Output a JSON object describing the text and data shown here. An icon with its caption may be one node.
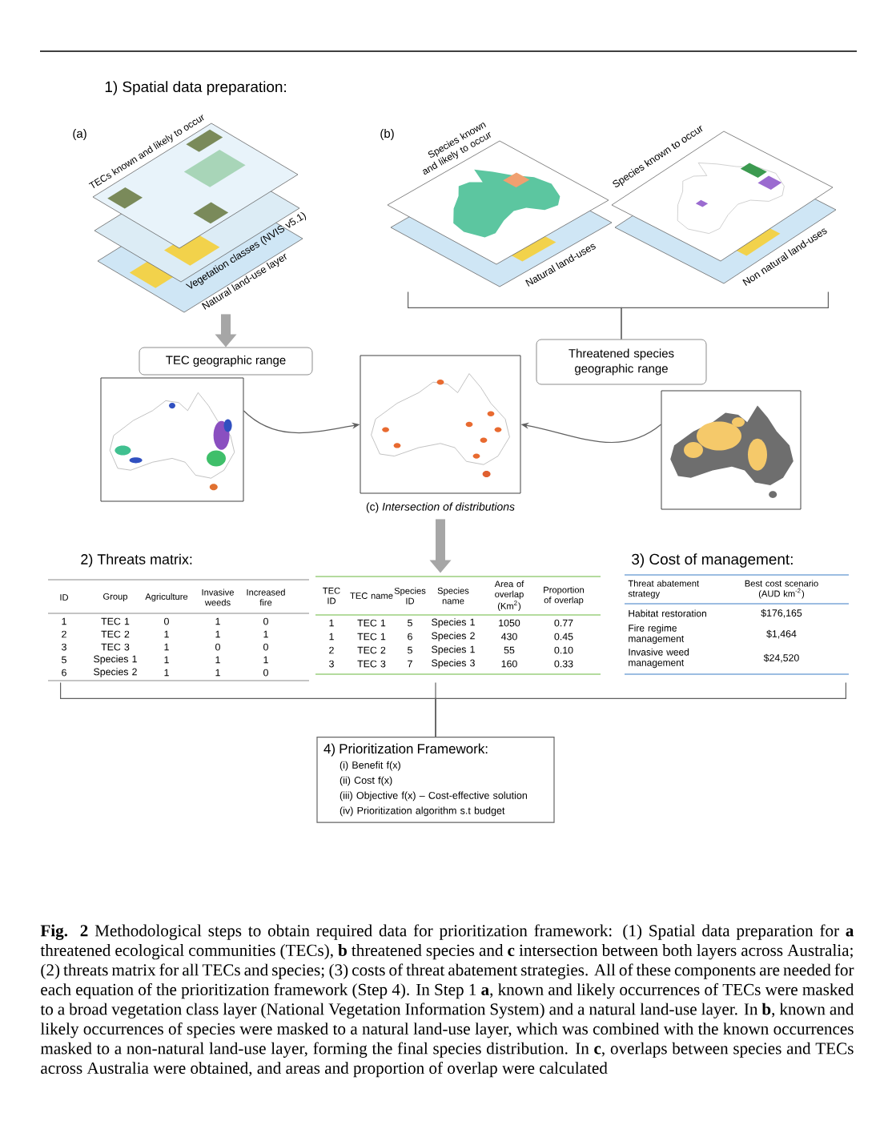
{
  "diagram": {
    "caption": "**Fig. 2** Methodological steps to obtain required data for prioritization framework: (1) Spatial data preparation for **a** threatened ecological communities (TECs), **b** threatened species and **c** intersection between both layers across Australia; (2) threats matrix for all TECs and species; (3) costs of threat abatement strategies. All of these components are needed for each equation of the prioritization framework (Step 4). In Step 1 **a**, known and likely occurrences of TECs were masked to a broad vegetation class layer (National Vegetation Information System) and a natural land-use layer. In **b**, known and likely occurrences of species were masked to a natural land-use layer, which was combined with the known occurrences masked to a non-natural land-use layer, forming the final species distribution. In **c**, overlaps between species and TECs across Australia were obtained, and areas and proportion of overlap were calculated",
    "nodes": [
      {
        "text": [],
        "shape": "picture"
      },
      {
        "text": [],
        "shape": "picture"
      },
      {
        "text": [],
        "shape": "picture"
      },
      {
        "text": [
          "TEC geographic range"
        ]
      },
      {
        "text": [
          "Threatened species geographic range"
        ]
      },
      {
        "text": [],
        "shape": "picture"
      },
      {
        "text": [],
        "shape": "picture",
        "beside": [
          "(c) *Intersection of distributions*"
        ]
      },
      {
        "text": [],
        "shape": "picture"
      },
      {
        "text": [
          "2) Threats matrix:",
          "ID",
          "Group",
          "Agriculture",
          "Invasive weeds",
          "Increased fire",
          "1",
          "TEC 1",
          "0",
          "1",
          "0",
          "2",
          "TEC 2",
          "1",
          "1",
          "1",
          "3",
          "TEC 3",
          "1",
          "0",
          "0",
          "5",
          "Species 1",
          "1",
          "1",
          "1",
          "6",
          "Species 2",
          "1",
          "1",
          "0"
        ]
      },
      {
        "text": [
          "TEC ID",
          "TEC name",
          "Species ID",
          "Species name",
          "Area of overlap (Km$^{2}$)",
          "Proportion of overlap",
          "1",
          "TEC 1",
          "5",
          "Species 1",
          "1050",
          "0.77",
          "1",
          "TEC 1",
          "6",
          "Species 2",
          "430",
          "0.45",
          "2",
          "TEC 2",
          "5",
          "Species 1",
          "55",
          "0.10",
          "3",
          "TEC 3",
          "7",
          "Species 3",
          "160",
          "0.33"
        ]
      },
      {
        "text": [
          "3) Cost of management:",
          "Threat abatement strategy",
          "Best cost scenario (AUD km$^{-2}$)",
          "Habitat restoration",
          "$176,165",
          "Fire regime management",
          "$1,464",
          "Invasive weed management",
          "$24,520"
        ]
      },
      {
        "text": [
          "4) Prioritization Framework:",
          "(i) Benefit f(x)",
          "(ii) Cost f(x)",
          "(iii) Objective f(x) – Cost-effective solution",
          "(iv) Prioritization algorithm s.t budget"
        ]
      }
    ],
    "edges": [
      {
        "from": 0,
        "to": 3,
        "arrow": "to",
        "style": "thick",
        "color": "#a6a6a6"
      },
      {
        "from": 1,
        "to": 4,
        "arrow": "none"
      },
      {
        "from": 2,
        "to": 4,
        "arrow": "none"
      },
      {
        "from": 5,
        "to": 6,
        "arrow": "to"
      },
      {
        "from": 7,
        "to": 6,
        "arrow": "to"
      },
      {
        "from": 6,
        "to": 9,
        "arrow": "to",
        "style": "thick",
        "color": "#a6a6a6"
      },
      {
        "from": 8,
        "to": 11,
        "arrow": "none"
      },
      {
        "from": 9,
        "to": 11,
        "arrow": "none"
      },
      {
        "from": 10,
        "to": 11,
        "arrow": "none"
      }
    ],
    "labels": [
      "1) Spatial data preparation:",
      "(a)",
      "TECs known and likely to occur",
      "Vegetation classes (NVIS v5.1)",
      "Natural land-use layer",
      "(b)",
      "Species known and likely to occur",
      "Natural land-uses",
      "Species known to occur",
      "Non natural land-uses"
    ]
  }
}
